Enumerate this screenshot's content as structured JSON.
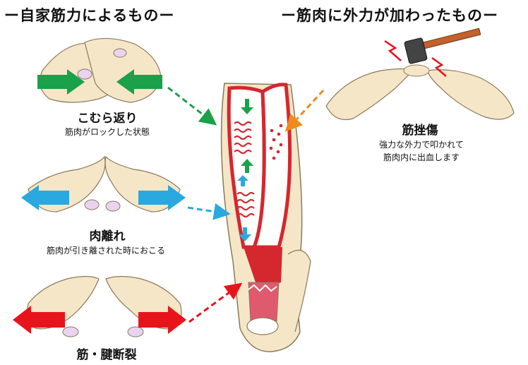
{
  "headings": {
    "left": "ー自家筋力によるものー",
    "right": "ー筋肉に外力が加わったものー"
  },
  "conditions": [
    {
      "name": "こむら返り",
      "description": "筋肉がロックした状態"
    },
    {
      "name": "肉離れ",
      "description": "筋肉が引き離された時におこる"
    },
    {
      "name": "筋・腱断裂",
      "description": ""
    }
  ],
  "external": {
    "name": "筋挫傷",
    "description_line1": "強力な外力で叩かれて",
    "description_line2": "筋肉内に出血します"
  },
  "colors": {
    "green": "#1aa14a",
    "blue": "#2aa8e0",
    "red": "#e8141c",
    "orange": "#f08a1c",
    "muscle": "#d4282e",
    "skin": "#f5e6c8"
  }
}
